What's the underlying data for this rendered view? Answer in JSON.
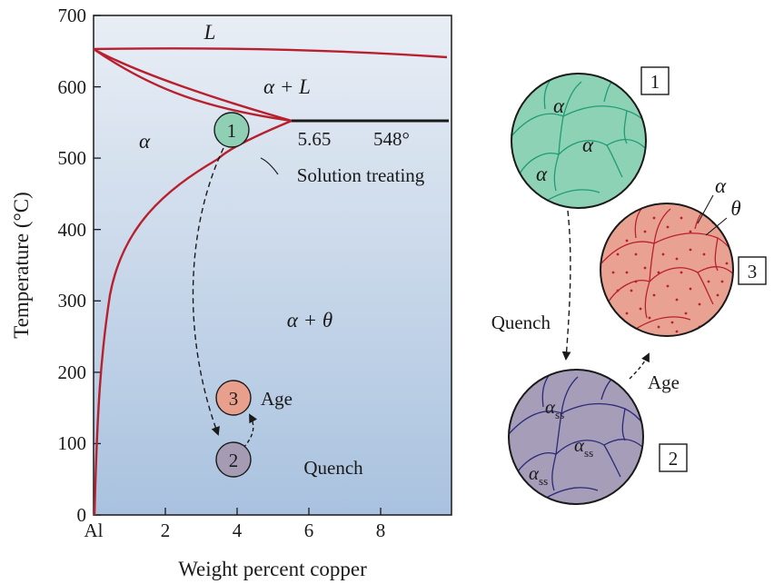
{
  "phase_diagram": {
    "ylabel": "Temperature (°C)",
    "xlabel": "Weight percent copper",
    "y_ticks": [
      "0",
      "100",
      "200",
      "300",
      "400",
      "500",
      "600",
      "700"
    ],
    "x_ticks": [
      "Al",
      "2",
      "4",
      "6",
      "8"
    ],
    "regions": {
      "liquid": "L",
      "alpha_liquid": "α + L",
      "alpha": "α",
      "alpha_theta": "α + θ"
    },
    "eutectic_composition": "5.65",
    "eutectic_temperature": "548°",
    "steps": [
      {
        "number": "1",
        "label": "Solution treating",
        "color": "#8fd0b4"
      },
      {
        "number": "3",
        "label": "Age",
        "color": "#e8a08c"
      },
      {
        "number": "2",
        "label": "Quench",
        "color": "#a59cb4"
      }
    ],
    "colors": {
      "curve": "#b8202e",
      "panel_top": "#e9eef5",
      "panel_bottom": "#a9c2df"
    }
  },
  "microstructures": [
    {
      "number": "1",
      "labels": [
        "α",
        "α",
        "α"
      ],
      "fill": "#8ed2b6",
      "line": "#1e9c74"
    },
    {
      "number": "3",
      "labels": [
        "α",
        "θ"
      ],
      "fill": "#e9a292",
      "line": "#b8202e"
    },
    {
      "number": "2",
      "labels": [
        "α",
        "α",
        "α"
      ],
      "subscript": "ss",
      "fill": "#a69db8",
      "line": "#2a2a78"
    }
  ],
  "arrows": {
    "quench": "Quench",
    "age": "Age"
  }
}
